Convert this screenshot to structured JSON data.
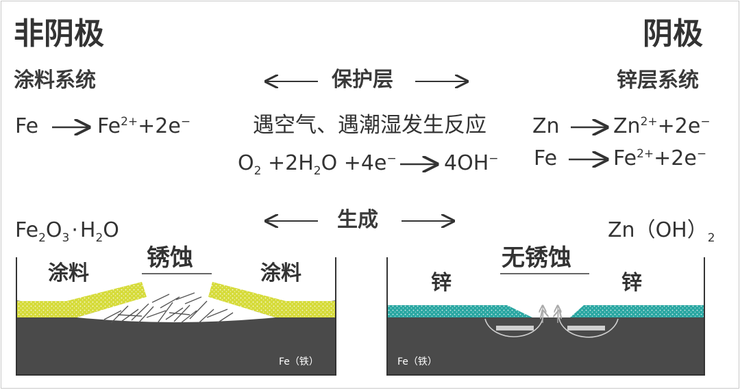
{
  "left": {
    "title": "非阴极",
    "system": "涂料系统",
    "reaction": {
      "a": "Fe",
      "b": "Fe",
      "b_sup": "2+",
      "c": "+2e",
      "c_sup": "−"
    },
    "product": {
      "p1": "Fe",
      "p1_sub": "2",
      "p2": "O",
      "p2_sub": "3",
      "dot": "·",
      "p3": "H",
      "p3_sub": "2",
      "p4": "O"
    },
    "rust_label": "锈蚀",
    "coat_left": "涂料",
    "coat_right": "涂料",
    "metal": "Fe（铁）",
    "colors": {
      "coating": "#d6db3a",
      "steel": "#4a4a4a"
    }
  },
  "center": {
    "protect": "保护层",
    "condition": "遇空气、遇潮湿发生反应",
    "reaction": {
      "o": "O",
      "o_sub": "2",
      "w": "+2H",
      "w_sub": "2",
      "w2": "O",
      "e": "+4e",
      "e_sup": "−",
      "r": "4OH",
      "r_sup": "−"
    },
    "generate": "生成"
  },
  "right": {
    "title": "阴极",
    "system": "锌层系统",
    "reaction1": {
      "a": "Zn",
      "b": "Zn",
      "b_sup": "2+",
      "c": "+2e",
      "c_sup": "−"
    },
    "reaction2": {
      "a": "Fe",
      "b": "Fe",
      "b_sup": "2+",
      "c": "+2e",
      "c_sup": "−"
    },
    "product": {
      "p1": "Zn（OH）",
      "p1_sub": "2"
    },
    "no_rust_label": "无锈蚀",
    "zinc_left": "锌",
    "zinc_right": "锌",
    "metal": "Fe（铁）",
    "colors": {
      "zinc": "#2aa7a2",
      "steel": "#4a4a4a"
    }
  }
}
